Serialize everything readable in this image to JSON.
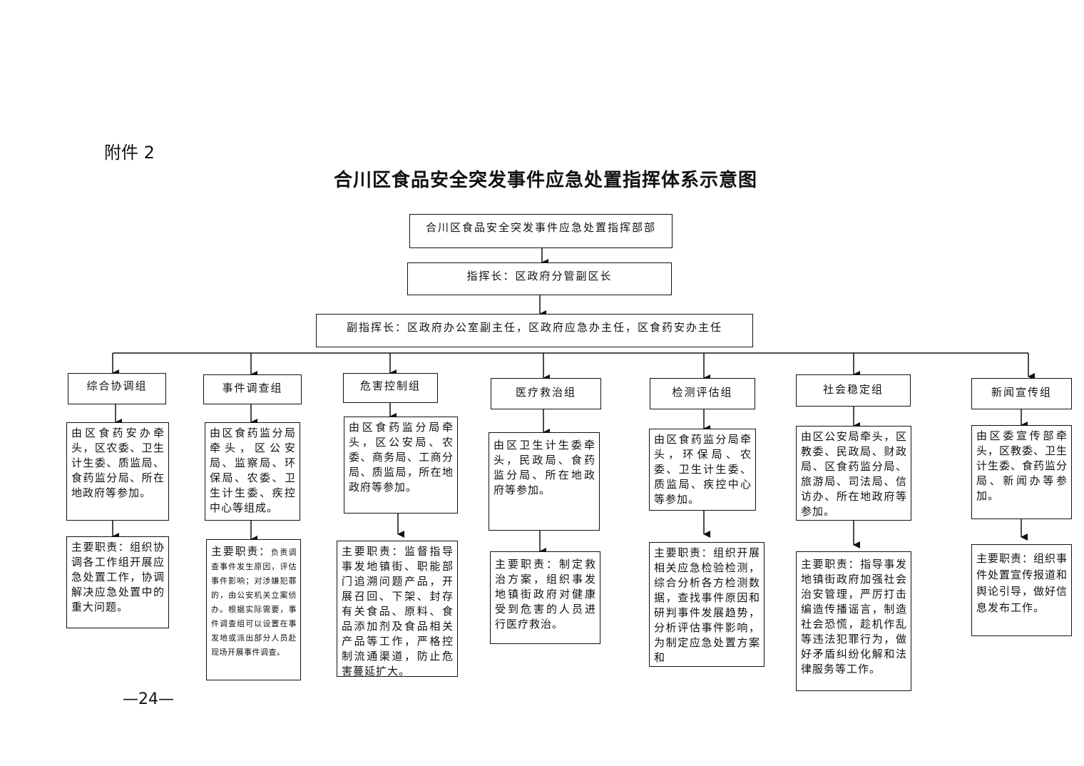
{
  "attachment_label": "附件 2",
  "title": "合川区食品安全突发事件应急处置指挥体系示意图",
  "hq": "合川区食品安全突发事件应急处置指挥部部",
  "commander": "指挥长：区政府分管副区长",
  "deputy": "副指挥长：区政府办公室副主任，区政府应急办主任，区食药安办主任",
  "groups": [
    {
      "name": "综合协调组",
      "members": "由区食药安办牵头，区农委、卫生计生委、质监局、食药监分局、所在地政府等参加。",
      "duties": "主要职责：组织协调各工作组开展应急处置工作，协调解决应急处置中的重大问题。"
    },
    {
      "name": "事件调查组",
      "members": "由区食药监分局牵头，区公安局、监察局、环保局、农委、卫生计生委、疾控中心等组成。",
      "duties_lead": "主要职责：",
      "duties": "负责调查事件发生原因，评估事件影响；对涉嫌犯罪的，由公安机关立案侦办。根据实际需要，事件调查组可以设置在事发地或派出部分人员赴现场开展事件调查。"
    },
    {
      "name": "危害控制组",
      "members": "由区食药监分局牵头，区公安局、农委、商务局、工商分局、质监局，所在地政府等参加。",
      "duties": "主要职责：监督指导事发地镇街、职能部门追溯问题产品，开展召回、下架、封存有关食品、原料、食品添加剂及食品相关产品等工作，严格控制流通渠道，防止危害蔓延扩大。"
    },
    {
      "name": "医疗救治组",
      "members": "由区卫生计生委牵头，民政局、食药监分局、所在地政府等参加。",
      "duties": "主要职责：制定救治方案，组织事发地镇街政府对健康受到危害的人员进行医疗救治。"
    },
    {
      "name": "检测评估组",
      "members": "由区食药监分局牵头，环保局、农委、卫生计生委、质监局、疾控中心等参加。",
      "duties": "主要职责：组织开展相关应急检验检测，综合分析各方检测数据，查找事件原因和研判事件发展趋势，分析评估事件影响，为制定应急处置方案和"
    },
    {
      "name": "社会稳定组",
      "members": "由区公安局牵头，区教委、民政局、财政局、区食药监分局、旅游局、司法局、信访办、所在地政府等参加。",
      "duties": "主要职责：指导事发地镇街政府加强社会治安管理，严厉打击编造传播谣言，制造社会恐慌，趁机作乱等违法犯罪行为，做好矛盾纠纷化解和法律服务等工作。"
    },
    {
      "name": "新闻宣传组",
      "members": "由区委宣传部牵头，区教委、卫生计生委、食药监分局、新闻办等参加。",
      "duties": "主要职责：组织事件处置宣传报道和舆论引导，做好信息发布工作。"
    }
  ],
  "page_number": "—24—"
}
